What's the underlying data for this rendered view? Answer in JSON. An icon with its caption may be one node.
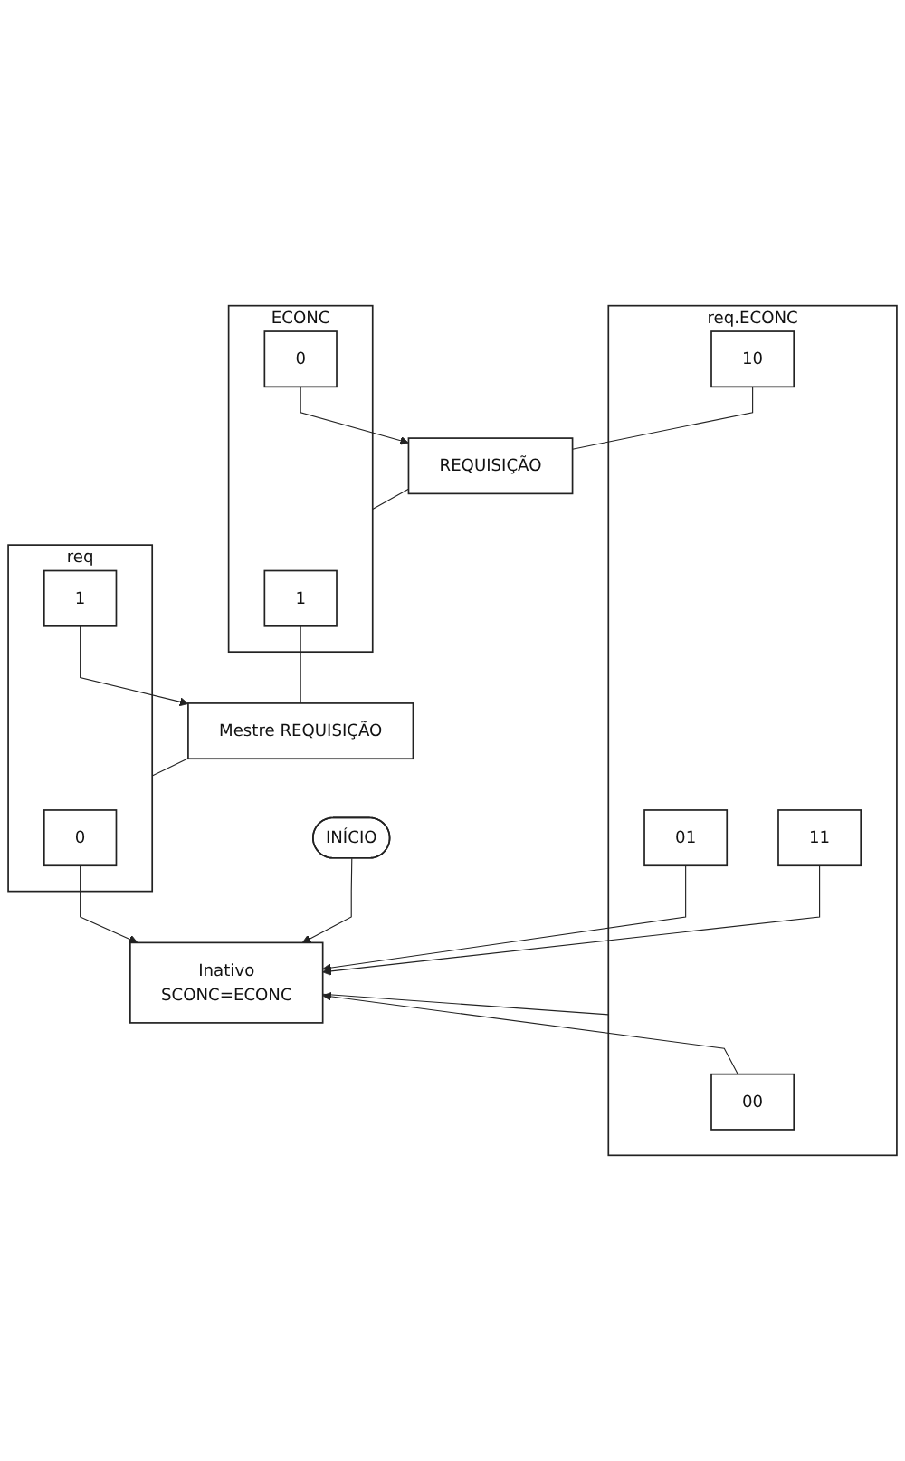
{
  "diagram": {
    "nodes": [
      {
        "text": [
          "INÍCIO"
        ]
      },
      {
        "text": [
          "Inativo",
          "SCONC=ECONC"
        ]
      },
      {
        "text": [
          "req.ECONC"
        ]
      },
      {
        "text": [
          "00"
        ],
        "in": 2
      },
      {
        "text": [
          "01"
        ],
        "in": 2
      },
      {
        "text": [
          "11"
        ],
        "in": 2
      },
      {
        "text": [
          "10"
        ],
        "in": 2
      },
      {
        "text": [
          "REQUISIÇÃO"
        ]
      },
      {
        "text": [
          "ECONC"
        ]
      },
      {
        "text": [
          "1"
        ],
        "in": 8
      },
      {
        "text": [
          "0"
        ],
        "in": 8
      },
      {
        "text": [
          "Mestre REQUISIÇÃO"
        ]
      },
      {
        "text": [
          "req"
        ]
      },
      {
        "text": [
          "0"
        ],
        "in": 12
      },
      {
        "text": [
          "1"
        ],
        "in": 12
      }
    ],
    "edges": [
      {
        "from": 0,
        "to": 1,
        "arrow": "to"
      },
      {
        "from": 1,
        "to": 2,
        "arrow": "none"
      },
      {
        "from": 3,
        "to": 1,
        "arrow": "to"
      },
      {
        "from": 4,
        "to": 1,
        "arrow": "to"
      },
      {
        "from": 5,
        "to": 1,
        "arrow": "to"
      },
      {
        "from": 6,
        "to": 7,
        "arrow": "none"
      },
      {
        "from": 7,
        "to": 8,
        "arrow": "none"
      },
      {
        "from": 9,
        "to": 11,
        "arrow": "none"
      },
      {
        "from": 10,
        "to": 7,
        "arrow": "to"
      },
      {
        "from": 11,
        "to": 12,
        "arrow": "none"
      },
      {
        "from": 13,
        "to": 1,
        "arrow": "to"
      },
      {
        "from": 14,
        "to": 11,
        "arrow": "to"
      }
    ]
  }
}
